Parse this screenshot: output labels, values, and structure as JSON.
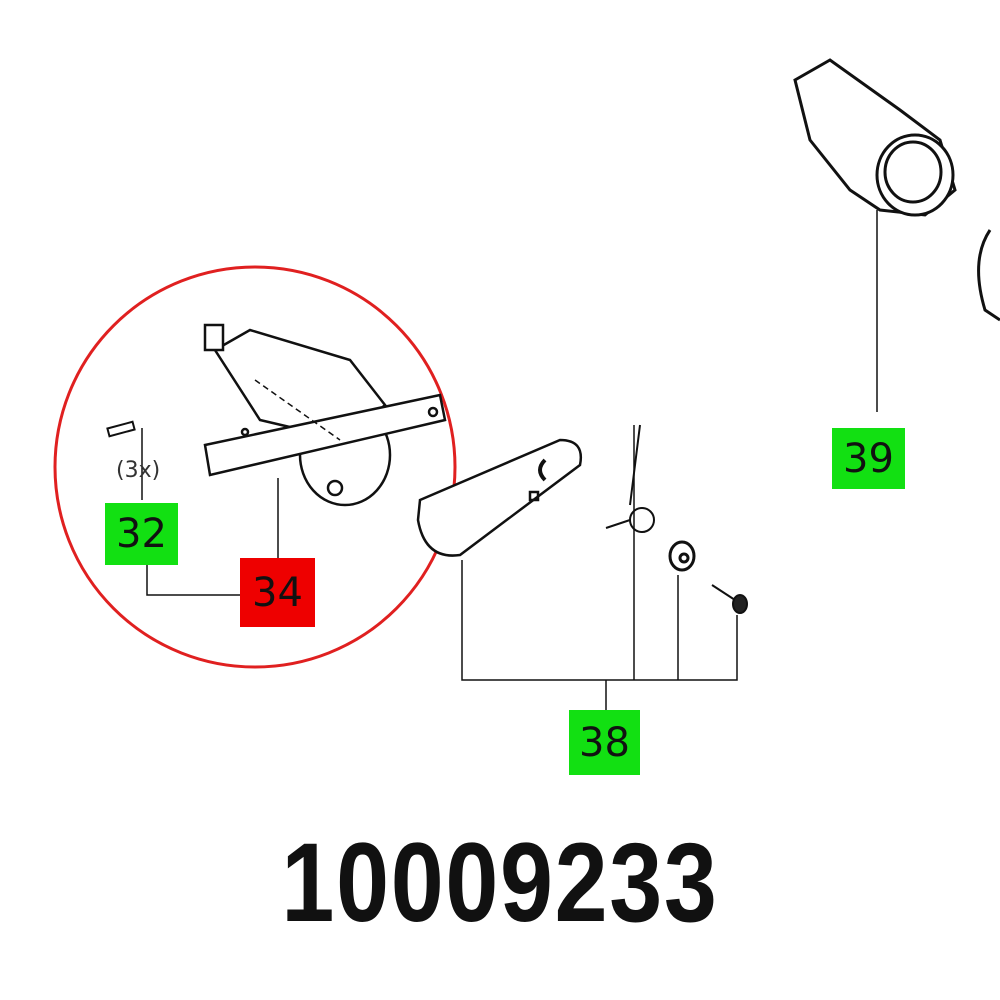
{
  "part_number": "10009233",
  "quantity_note": "(3x)",
  "labels": [
    {
      "id": "32",
      "color": "#12e012"
    },
    {
      "id": "34",
      "color": "#ee0000"
    },
    {
      "id": "38",
      "color": "#12e012"
    },
    {
      "id": "39",
      "color": "#12e012"
    }
  ],
  "highlight_circle_color": "#e02020"
}
